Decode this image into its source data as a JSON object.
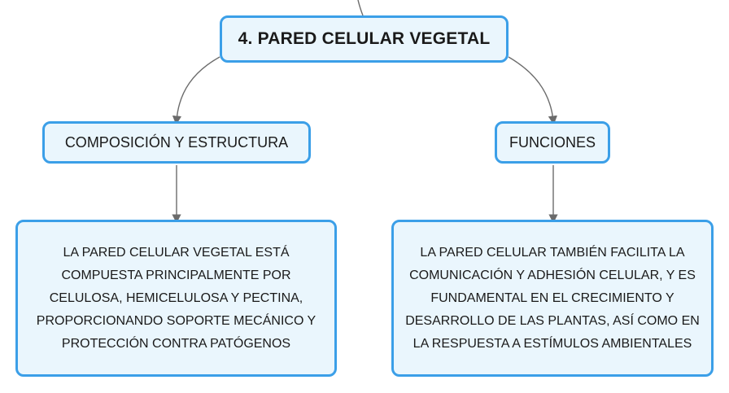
{
  "root": {
    "title": "4. PARED CELULAR VEGETAL"
  },
  "branches": [
    {
      "label": "COMPOSICIÓN Y ESTRUCTURA",
      "detail": "LA PARED CELULAR VEGETAL ESTÁ COMPUESTA PRINCIPALMENTE POR CELULOSA, HEMICELULOSA Y PECTINA, PROPORCIONANDO SOPORTE MECÁNICO Y PROTECCIÓN CONTRA PATÓGENOS"
    },
    {
      "label": "FUNCIONES",
      "detail": "LA PARED CELULAR TAMBIÉN FACILITA LA COMUNICACIÓN Y ADHESIÓN CELULAR, Y ES FUNDAMENTAL EN EL CRECIMIENTO Y DESARROLLO DE LAS PLANTAS, ASÍ COMO EN LA RESPUESTA A ESTÍMULOS AMBIENTALES"
    }
  ],
  "colors": {
    "node_border": "#3b9fe8",
    "node_fill": "#eaf6fd",
    "connector": "#6b6b6b"
  }
}
